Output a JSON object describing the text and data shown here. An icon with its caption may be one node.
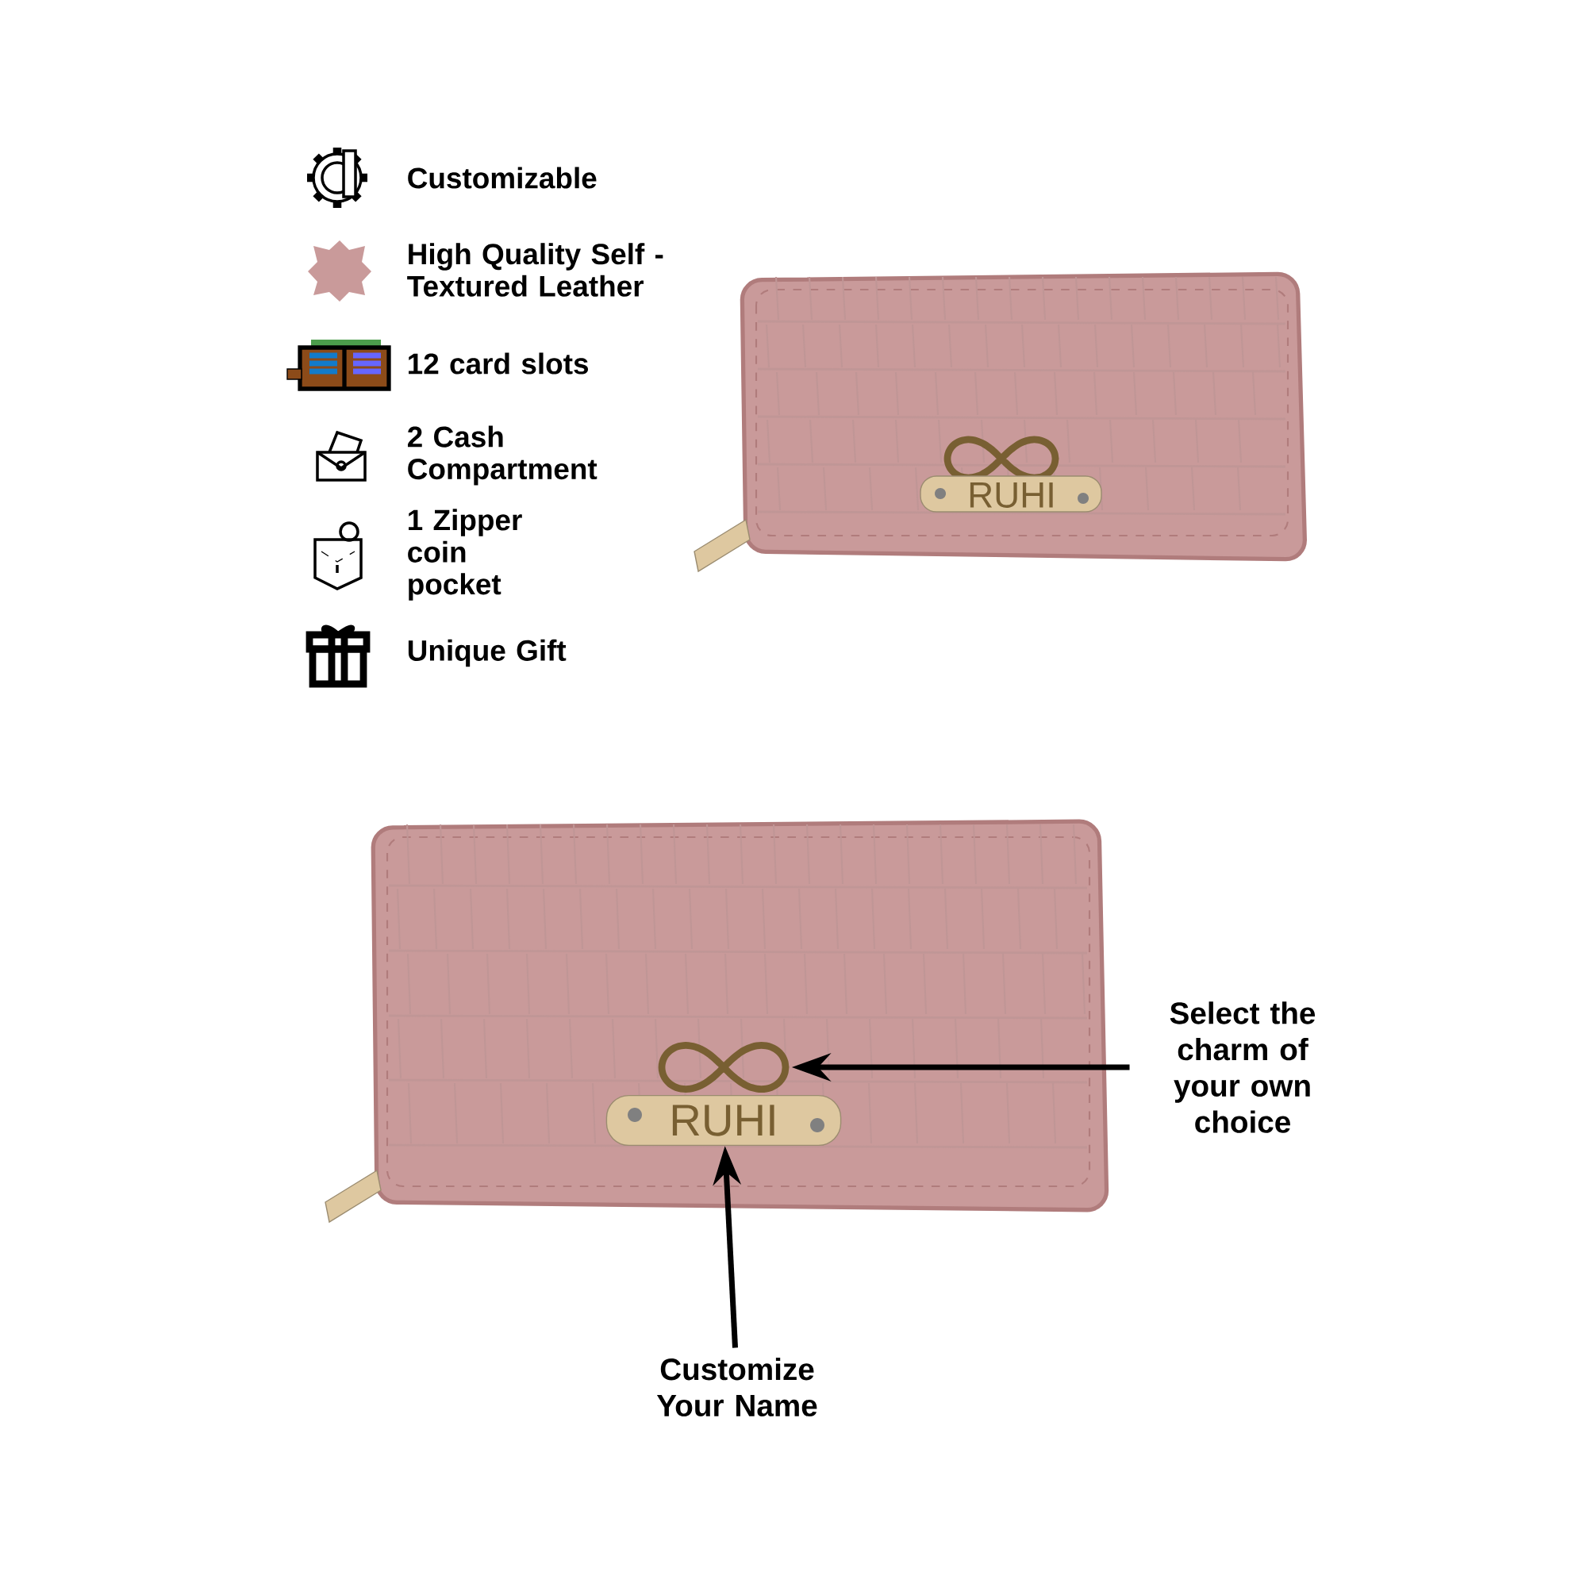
{
  "diagram": {
    "nodes": [
      {
        "text": [
          "Select the charm of your own choice"
        ]
      },
      {
        "text": [],
        "shape": "picture"
      },
      {
        "text": [
          "RUHI"
        ]
      },
      {
        "text": [
          "Customize Your Name"
        ]
      }
    ],
    "edges": [
      {
        "from": 0,
        "to": 1,
        "arrow": "to"
      },
      {
        "from": 3,
        "to": 2,
        "arrow": "to"
      }
    ],
    "labels": [
      "Customizable",
      "High Quality Self - Textured Leather",
      "12 card slots",
      "2 Cash Compartment",
      "1 Zipper coin pocket",
      "Unique Gift",
      "RUHI"
    ]
  }
}
